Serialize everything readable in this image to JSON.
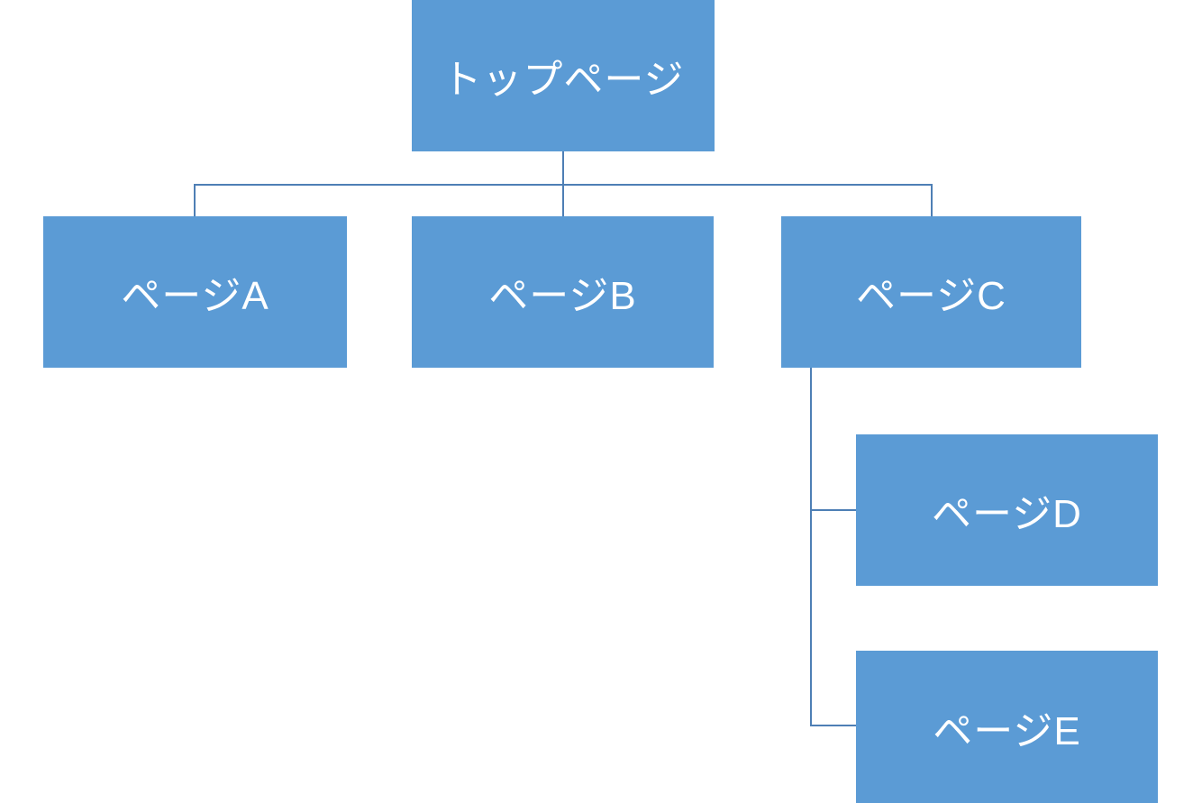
{
  "diagram": {
    "type": "sitemap-tree",
    "nodes": {
      "top": {
        "label": "トップページ"
      },
      "a": {
        "label": "ページA"
      },
      "b": {
        "label": "ページB"
      },
      "c": {
        "label": "ページC"
      },
      "d": {
        "label": "ページD"
      },
      "e": {
        "label": "ページE"
      }
    },
    "edges": [
      {
        "from": "top",
        "to": "a"
      },
      {
        "from": "top",
        "to": "b"
      },
      {
        "from": "top",
        "to": "c"
      },
      {
        "from": "c",
        "to": "d"
      },
      {
        "from": "c",
        "to": "e"
      }
    ],
    "colors": {
      "box_fill": "#5B9BD5",
      "box_text": "#FFFFFF",
      "connector": "#4E7FB5",
      "background": "#FFFFFF"
    }
  }
}
